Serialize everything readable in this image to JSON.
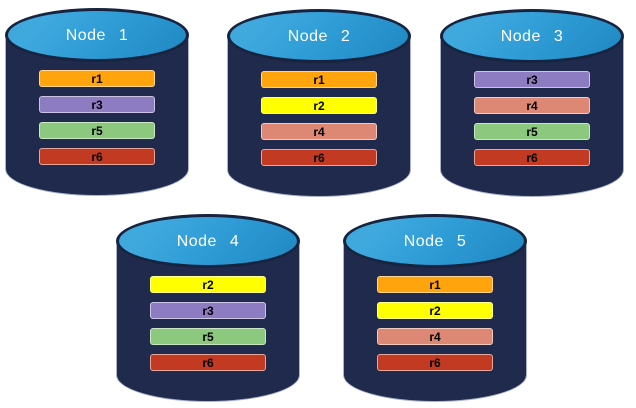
{
  "nodes": [
    {
      "label": "Node 1",
      "replicas": [
        {
          "label": "r1",
          "color": "#FFA40D"
        },
        {
          "label": "r3",
          "color": "#8E7CC3"
        },
        {
          "label": "r5",
          "color": "#8DC87F"
        },
        {
          "label": "r6",
          "color": "#C33A23"
        }
      ]
    },
    {
      "label": "Node 2",
      "replicas": [
        {
          "label": "r1",
          "color": "#FFA40D"
        },
        {
          "label": "r2",
          "color": "#FFFF00"
        },
        {
          "label": "r4",
          "color": "#DD8875"
        },
        {
          "label": "r6",
          "color": "#C33A23"
        }
      ]
    },
    {
      "label": "Node 3",
      "replicas": [
        {
          "label": "r3",
          "color": "#8E7CC3"
        },
        {
          "label": "r4",
          "color": "#DD8875"
        },
        {
          "label": "r5",
          "color": "#8DC87F"
        },
        {
          "label": "r6",
          "color": "#C33A23"
        }
      ]
    },
    {
      "label": "Node 4",
      "replicas": [
        {
          "label": "r2",
          "color": "#FFFF00"
        },
        {
          "label": "r3",
          "color": "#8E7CC3"
        },
        {
          "label": "r5",
          "color": "#8DC87F"
        },
        {
          "label": "r6",
          "color": "#C33A23"
        }
      ]
    },
    {
      "label": "Node 5",
      "replicas": [
        {
          "label": "r1",
          "color": "#FFA40D"
        },
        {
          "label": "r2",
          "color": "#FFFF00"
        },
        {
          "label": "r4",
          "color": "#DD8875"
        },
        {
          "label": "r6",
          "color": "#C33A23"
        }
      ]
    }
  ],
  "colors": {
    "cylinder_body": "#1F2A4C",
    "cylinder_top": "#2E9BD5",
    "cylinder_outline": "#17243F",
    "bar_text": "#000000",
    "background": "#FFFFFF"
  }
}
